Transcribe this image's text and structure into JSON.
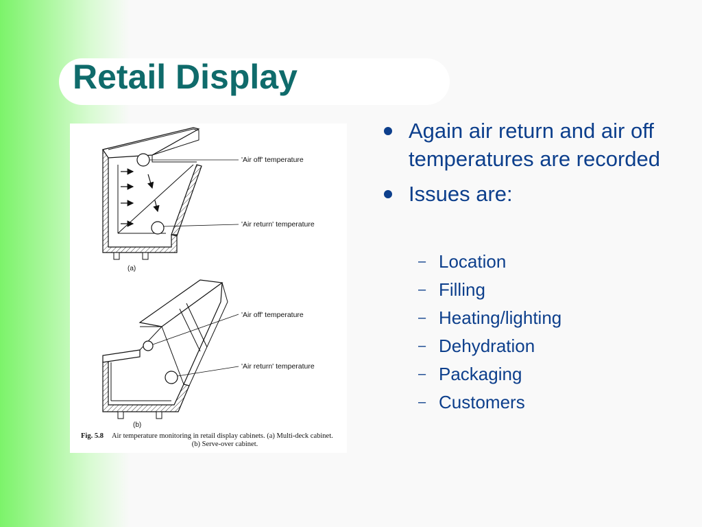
{
  "slide": {
    "title": "Retail Display",
    "bullets": [
      {
        "text": "Again air return and air off temperatures are recorded"
      },
      {
        "text": "Issues are:"
      }
    ],
    "sub_bullets": [
      "Location",
      "Filling",
      "Heating/lighting",
      "Dehydration",
      "Packaging",
      "Customers"
    ]
  },
  "figure": {
    "labels": {
      "a_air_off": "'Air off' temperature",
      "a_air_return": "'Air return' temperature",
      "b_air_off": "'Air off' temperature",
      "b_air_return": "'Air return' temperature",
      "sub_a": "(a)",
      "sub_b": "(b)"
    },
    "caption_num": "Fig. 5.8",
    "caption_line1": "Air temperature monitoring in retail display cabinets. (a) Multi-deck cabinet.",
    "caption_line2": "(b) Serve-over cabinet."
  },
  "colors": {
    "title": "#0f6b6b",
    "bullet_text": "#0d3f8c",
    "green_band": "#7cf36a"
  }
}
